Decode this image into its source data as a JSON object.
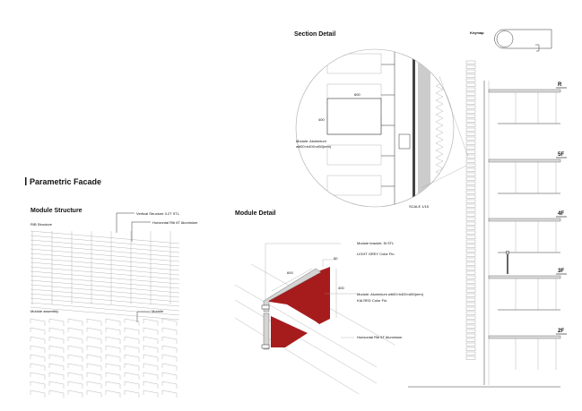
{
  "sheet_title": "Parametric Facade",
  "section_detail": {
    "title": "Section Detail",
    "dim_width": "600",
    "dim_height": "400",
    "module_label_1": "Module: Aluminium",
    "module_label_2": "w600×h400×d50(mm)",
    "scale": "SCALE 1/15"
  },
  "keymap": {
    "title": "Keymap"
  },
  "levels": [
    "R",
    "5F",
    "4F",
    "3F",
    "2F"
  ],
  "module_structure": {
    "title": "Module Structure",
    "rib_label": "RIB Structure",
    "vertical_label": "Vertical Structure 3.2T STL",
    "horizontal_label": "Horizontal Rib 6T Aluminium",
    "assembly_label": "Module assembly",
    "module_label": "Module"
  },
  "module_detail": {
    "title": "Module Detail",
    "bracket": "Module bracket, 5t STL",
    "grey_fin": "LIGHT GREY Color Fin.",
    "dim_depth": "50",
    "dim_width": "600",
    "dim_height": "400",
    "module": "Module: Aluminium w600×h400×d50(mm)",
    "red_fin": "KIA RED Color Fin.",
    "rib": "Horizontal Rib 6T Aluminium"
  },
  "colors": {
    "accent_red": "#a61c1c",
    "grey": "#d4d4d4"
  }
}
